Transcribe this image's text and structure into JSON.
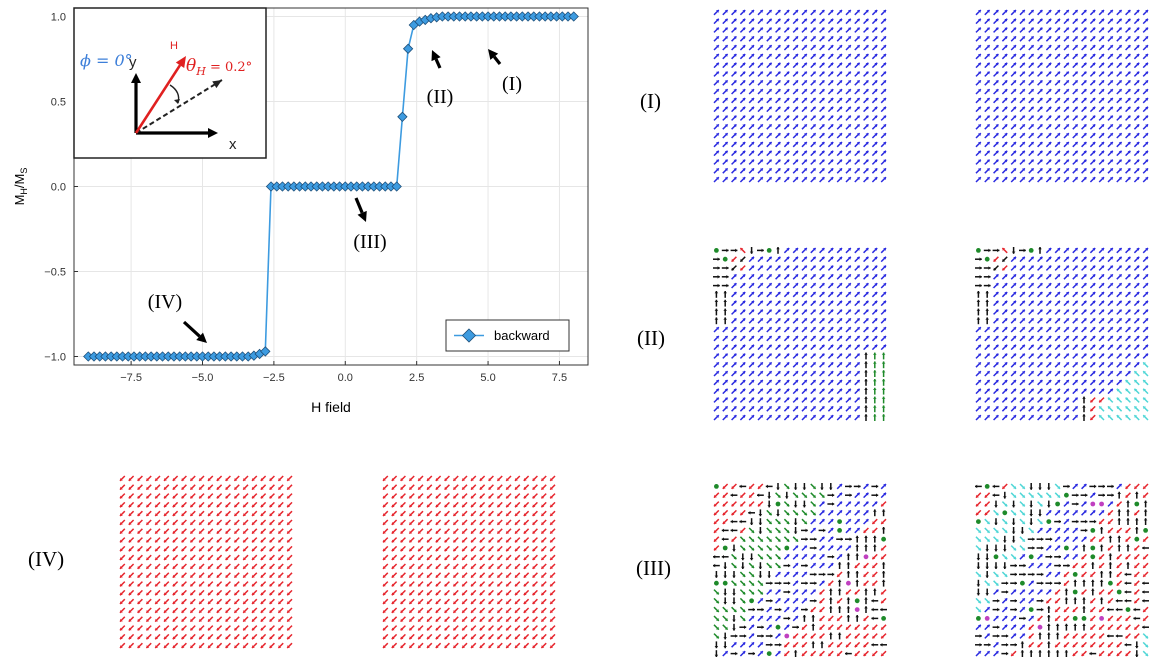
{
  "chart_data": {
    "type": "scatter",
    "xlabel": "H field",
    "ylabel_main": "M",
    "ylabel_main_sub": "H",
    "ylabel_den": "M",
    "ylabel_den_sub": "S",
    "xlim": [
      -9.5,
      8.5
    ],
    "ylim": [
      -1.05,
      1.05
    ],
    "xticks": [
      -7.5,
      -5.0,
      -2.5,
      0.0,
      2.5,
      5.0,
      7.5
    ],
    "xtick_labels": [
      "−7.5",
      "−5.0",
      "−2.5",
      "0.0",
      "2.5",
      "5.0",
      "7.5"
    ],
    "yticks": [
      -1.0,
      -0.5,
      0.0,
      0.5,
      1.0
    ],
    "ytick_labels": [
      "−1.0",
      "−0.5",
      "0.0",
      "0.5",
      "1.0"
    ],
    "grid": true,
    "legend_position": "bottom-right",
    "series": [
      {
        "name": "backward",
        "color": "#3d9be0",
        "marker": "diamond",
        "x": [
          -9.0,
          -8.8,
          -8.6,
          -8.4,
          -8.2,
          -8.0,
          -7.8,
          -7.6,
          -7.4,
          -7.2,
          -7.0,
          -6.8,
          -6.6,
          -6.4,
          -6.2,
          -6.0,
          -5.8,
          -5.6,
          -5.4,
          -5.2,
          -5.0,
          -4.8,
          -4.6,
          -4.4,
          -4.2,
          -4.0,
          -3.8,
          -3.6,
          -3.4,
          -3.2,
          -3.0,
          -2.8,
          -2.6,
          -2.4,
          -2.2,
          -2.0,
          -1.8,
          -1.6,
          -1.4,
          -1.2,
          -1.0,
          -0.8,
          -0.6,
          -0.4,
          -0.2,
          0.0,
          0.2,
          0.4,
          0.6,
          0.8,
          1.0,
          1.2,
          1.4,
          1.6,
          1.8,
          2.0,
          2.2,
          2.4,
          2.6,
          2.8,
          3.0,
          3.2,
          3.4,
          3.6,
          3.8,
          4.0,
          4.2,
          4.4,
          4.6,
          4.8,
          5.0,
          5.2,
          5.4,
          5.6,
          5.8,
          6.0,
          6.2,
          6.4,
          6.6,
          6.8,
          7.0,
          7.2,
          7.4,
          7.6,
          7.8,
          8.0
        ],
        "y": [
          -1,
          -1,
          -1,
          -1,
          -1,
          -1,
          -1,
          -1,
          -1,
          -1,
          -1,
          -1,
          -1,
          -1,
          -1,
          -1,
          -1,
          -1,
          -1,
          -1,
          -1,
          -1,
          -1,
          -1,
          -1,
          -1,
          -1,
          -1,
          -1,
          -0.995,
          -0.985,
          -0.97,
          0,
          0,
          0,
          0,
          0,
          0,
          0,
          0,
          0,
          0,
          0,
          0,
          0,
          0,
          0,
          0,
          0,
          0,
          0,
          0,
          0,
          0,
          0,
          0.41,
          0.81,
          0.95,
          0.97,
          0.98,
          0.99,
          0.995,
          1,
          1,
          1,
          1,
          1,
          1,
          1,
          1,
          1,
          1,
          1,
          1,
          1,
          1,
          1,
          1,
          1,
          1,
          1,
          1,
          1,
          1,
          1,
          1
        ]
      }
    ],
    "annotations": [
      {
        "label": "(I)",
        "x": 4.7,
        "y": 0.85,
        "text_x": 4.7,
        "text_y": 0.63
      },
      {
        "label": "(II)",
        "x": 3.0,
        "y": 0.86,
        "text_x": 3.0,
        "text_y": 0.6
      },
      {
        "label": "(III)",
        "x": 0.6,
        "y": -0.12,
        "text_x": 0.4,
        "text_y": -0.3
      },
      {
        "label": "(IV)",
        "x": -5.0,
        "y": -0.98,
        "text_x": -5.3,
        "text_y": -0.7
      }
    ],
    "inset": {
      "phi_label": "ϕ = 0°",
      "theta_label_main": "θ",
      "theta_label_sub": "H",
      "theta_label_rest": " = 0.2°",
      "h_label": "H",
      "x_label": "x",
      "y_label": "y"
    }
  },
  "panels": {
    "labels": {
      "I": "(I)",
      "II": "(II)",
      "III": "(III)",
      "IV": "(IV)"
    },
    "colors": {
      "blue": "#2a2ae0",
      "red": "#e6262e",
      "green": "#1e8a2a",
      "cyan": "#4fd6d6",
      "black": "#111111",
      "purple": "#c040c0"
    },
    "grid_size": 20
  }
}
